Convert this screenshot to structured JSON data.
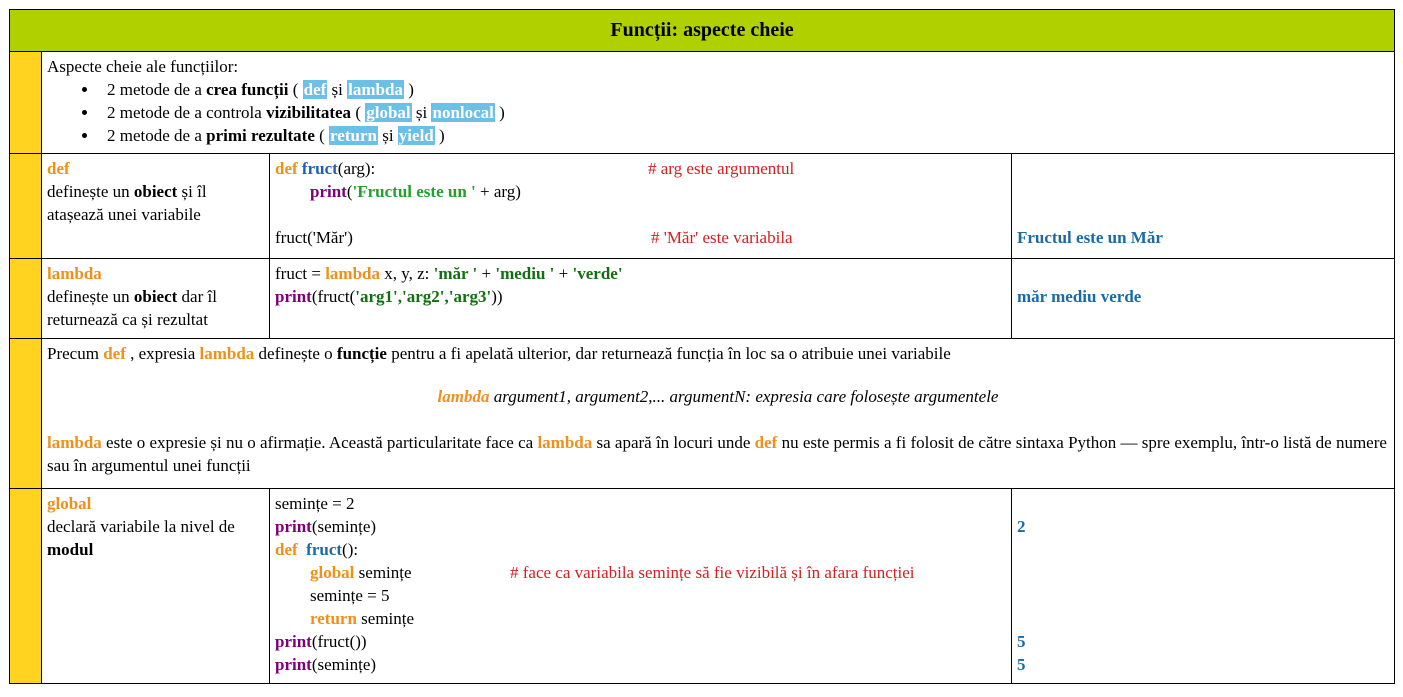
{
  "header": {
    "title": "Funcții: aspecte cheie"
  },
  "intro": {
    "heading": "Aspecte cheie ale funcțiilor:",
    "items": [
      {
        "pre": "2 metode de a ",
        "bold": "crea funcții",
        "open": " ( ",
        "k1": "def",
        "mid": " și ",
        "k2": "lambda",
        "close": " )"
      },
      {
        "pre": "2 metode de a controla ",
        "bold": "vizibilitatea",
        "open": " ( ",
        "k1": "global",
        "mid": " și ",
        "k2": "nonlocal",
        "close": " )"
      },
      {
        "pre": "2 metode de a ",
        "bold": "primi rezultate",
        "open": " ( ",
        "k1": "return",
        "mid": " și ",
        "k2": "yield",
        "close": " )"
      }
    ]
  },
  "def_row": {
    "keyword": "def",
    "desc_pre": "definește un ",
    "desc_bold": "obiect",
    "desc_post": " și îl atașează unei variabile",
    "code": {
      "l1_kw": "def",
      "l1_fn": "fruct",
      "l1_rest": "(arg):",
      "l1_comment": "# arg este argumentul",
      "l2_kw": "print",
      "l2_open": "(",
      "l2_str": "'Fructul este un '",
      "l2_rest": " + arg)",
      "l3": "fruct('Măr')",
      "l3_comment": "# 'Măr' este variabila"
    },
    "output": "Fructul este un Măr"
  },
  "lambda_row": {
    "keyword": "lambda",
    "desc_pre": "definește un ",
    "desc_bold": "obiect",
    "desc_post": " dar îl returnează ca și rezultat",
    "code": {
      "l1_pre": "fruct = ",
      "l1_kw": "lambda",
      "l1_args": " x, y, z: ",
      "l1_s1": "'măr '",
      "l1_p1": " + ",
      "l1_s2": "'mediu '",
      "l1_p2": " + ",
      "l1_s3": "'verde'",
      "l2_kw": "print",
      "l2_pre": "(fruct(",
      "l2_args": "'arg1','arg2','arg3'",
      "l2_post": "))"
    },
    "output": "măr mediu verde"
  },
  "precum": {
    "p1_a": "Precum ",
    "p1_k1": "def",
    "p1_b": " , expresia ",
    "p1_k2": "lambda",
    "p1_c": " definește o ",
    "p1_bold": "funcție",
    "p1_d": " pentru a fi apelată ulterior, dar returnează funcția în loc sa o atribuie unei variabile",
    "syntax_kw": "lambda",
    "syntax_rest": " argument1, argument2,... argumentN: expresia care folosește argumentele",
    "p2_k1": "lambda",
    "p2_a": " este o expresie și nu o afirmație. Această particularitate face ca ",
    "p2_k2": "lambda",
    "p2_b": " sa apară în locuri unde ",
    "p2_k3": "def",
    "p2_c": " nu este permis a fi folosit de către sintaxa Python — spre exemplu, într-o listă de numere sau în argumentul unei funcții"
  },
  "global_row": {
    "keyword": "global",
    "desc_pre": "declară variabile la nivel de ",
    "desc_bold": "modul",
    "code": {
      "l1": "semințe = 2",
      "l2_kw": "print",
      "l2_rest": "(semințe)",
      "l3_kw": "def",
      "l3_fn": "fruct",
      "l3_rest": "():",
      "l4_kw": "global",
      "l4_rest": " semințe",
      "l4_comment": "# face ca variabila semințe să fie vizibilă și în afara funcției",
      "l5": "semințe = 5",
      "l6_kw": "return",
      "l6_rest": " semințe",
      "l7_kw": "print",
      "l7_rest": "(fruct())",
      "l8_kw": "print",
      "l8_rest": "(semințe)"
    },
    "outputs": [
      "2",
      "5",
      "5"
    ]
  }
}
